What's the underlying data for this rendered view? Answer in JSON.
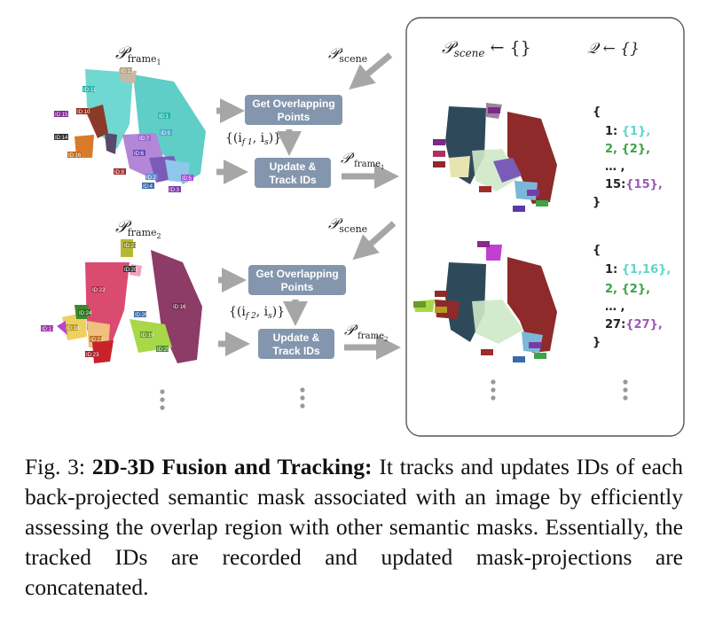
{
  "figure": {
    "labels": {
      "p_frame1": "𝒫",
      "p_frame1_sub": "frame",
      "p_frame1_subsub": "1",
      "p_frame2": "𝒫",
      "p_frame2_sub": "frame",
      "p_frame2_subsub": "2",
      "p_scene_top": "𝒫",
      "p_scene_top_sub": "scene",
      "p_scene_mid": "𝒫",
      "p_scene_mid_sub": "scene",
      "p_scene_panel": "𝒫",
      "p_scene_panel_sub": "scene",
      "p_scene_panel_rest": " ← {}",
      "q_panel": "𝒬 ← {}",
      "pprime1": "𝒫′",
      "pprime1_sub": "frame",
      "pprime1_subsub": "1",
      "pprime2": "𝒫′",
      "pprime2_sub": "frame",
      "pprime2_subsub": "2",
      "pair1": "{(i",
      "pair1_sub": "f 1",
      "pair1_rest": ", i",
      "pair1_sub2": "s",
      "pair1_end": ")}",
      "pair2": "{(i",
      "pair2_sub": "f 2",
      "pair2_rest": ", i",
      "pair2_sub2": "s",
      "pair2_end": ")}"
    },
    "boxes": {
      "overlap1_line1": "Get Overlapping",
      "overlap1_line2": "Points",
      "update1_line1": "Update &",
      "update1_line2": "Track IDs",
      "overlap2_line1": "Get Overlapping",
      "overlap2_line2": "Points",
      "update2_line1": "Update &",
      "update2_line2": "Track IDs"
    },
    "dict1": {
      "open": "{",
      "line1_key": "1: ",
      "line1_val": "{1},",
      "line2_key": "2, ",
      "line2_val": "{2},",
      "ellipsis": "… ,",
      "line3_key": "15:",
      "line3_val": "{15},",
      "close": "}"
    },
    "dict2": {
      "open": "{",
      "line1_key": "1: ",
      "line1_val": "{1,16},",
      "line2_key": "2, ",
      "line2_val": "{2},",
      "ellipsis": "… ,",
      "line3_key": "27:",
      "line3_val": "{27},",
      "close": "}"
    },
    "tags_frame1": [
      "ID:13",
      "ID:1",
      "ID:11",
      "ID:15",
      "ID:14",
      "ID:16",
      "ID:8",
      "ID:4",
      "ID:3",
      "ID:5",
      "ID:6",
      "ID:7",
      "ID:10",
      "ID:9",
      "ID:2"
    ],
    "tags_frame2": [
      "ID:27",
      "ID:20",
      "ID:22",
      "ID:16",
      "ID:26",
      "ID:24",
      "ID:17",
      "ID:18",
      "ID:21",
      "ID:23",
      "ID:19",
      "ID:25"
    ],
    "colors": {
      "box": "#8496ad",
      "arrow": "#a6a6a6",
      "panel_border": "#555555",
      "cyan": "#5fd4cc",
      "purple": "#9b59b6",
      "green": "#3da344",
      "dark_scene": "#2e4a5a",
      "red_scene": "#8e2a2a",
      "pink_frame": "#d83c64",
      "plum_frame": "#8c3c66"
    }
  },
  "caption": {
    "prefix": "Fig. 3: ",
    "bold": "2D-3D Fusion and Tracking:",
    "text": " It tracks and updates IDs of each back-projected semantic mask associated with an image by efficiently assessing the overlap region with other semantic masks. Essentially, the tracked IDs are recorded and updated mask-projections are concatenated."
  }
}
